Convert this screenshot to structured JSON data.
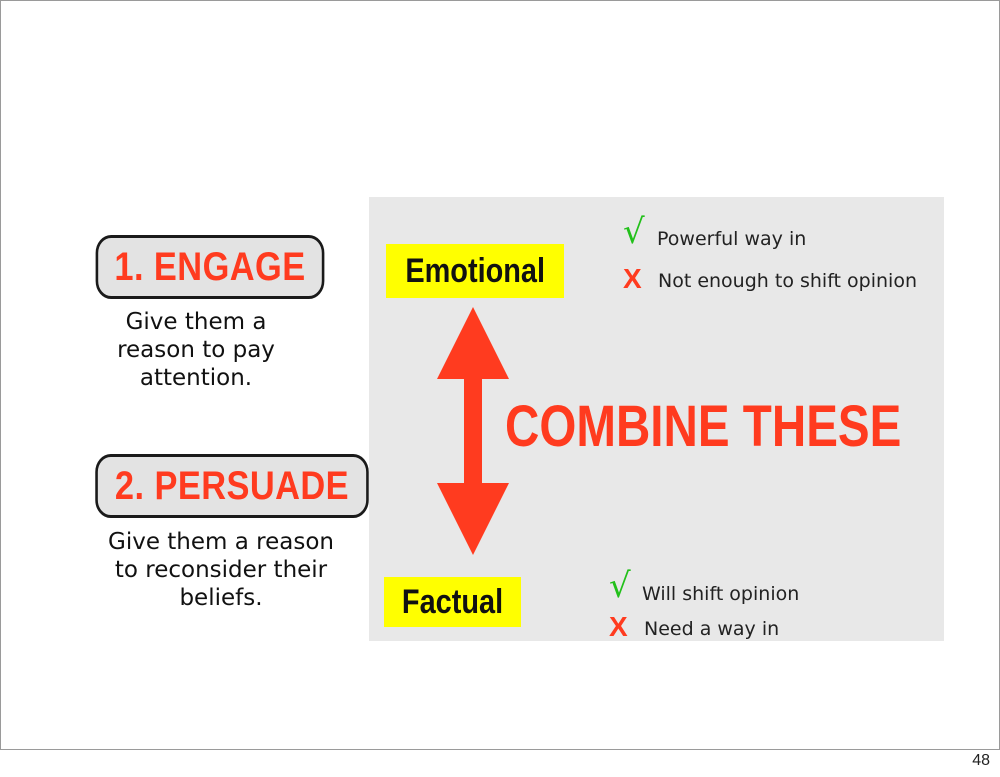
{
  "left": {
    "engage_label": "1. ENGAGE",
    "engage_desc": "Give them a reason to pay attention.",
    "persuade_label": "2. PERSUADE",
    "persuade_desc": "Give them a reason to reconsider their beliefs."
  },
  "panel": {
    "emotional_label": "Emotional",
    "factual_label": "Factual",
    "center_text": "COMBINE THESE",
    "emotional_pro": "Powerful way in",
    "emotional_con": "Not enough to shift opinion",
    "factual_pro": "Will shift opinion",
    "factual_con": "Need a way in",
    "check_symbol": "√",
    "cross_symbol": "X"
  },
  "colors": {
    "accent_red": "#ff3b1f",
    "highlight_yellow": "#ffff00",
    "check_green": "#22c01a",
    "panel_gray": "#e8e8e8"
  },
  "page_number": "48"
}
